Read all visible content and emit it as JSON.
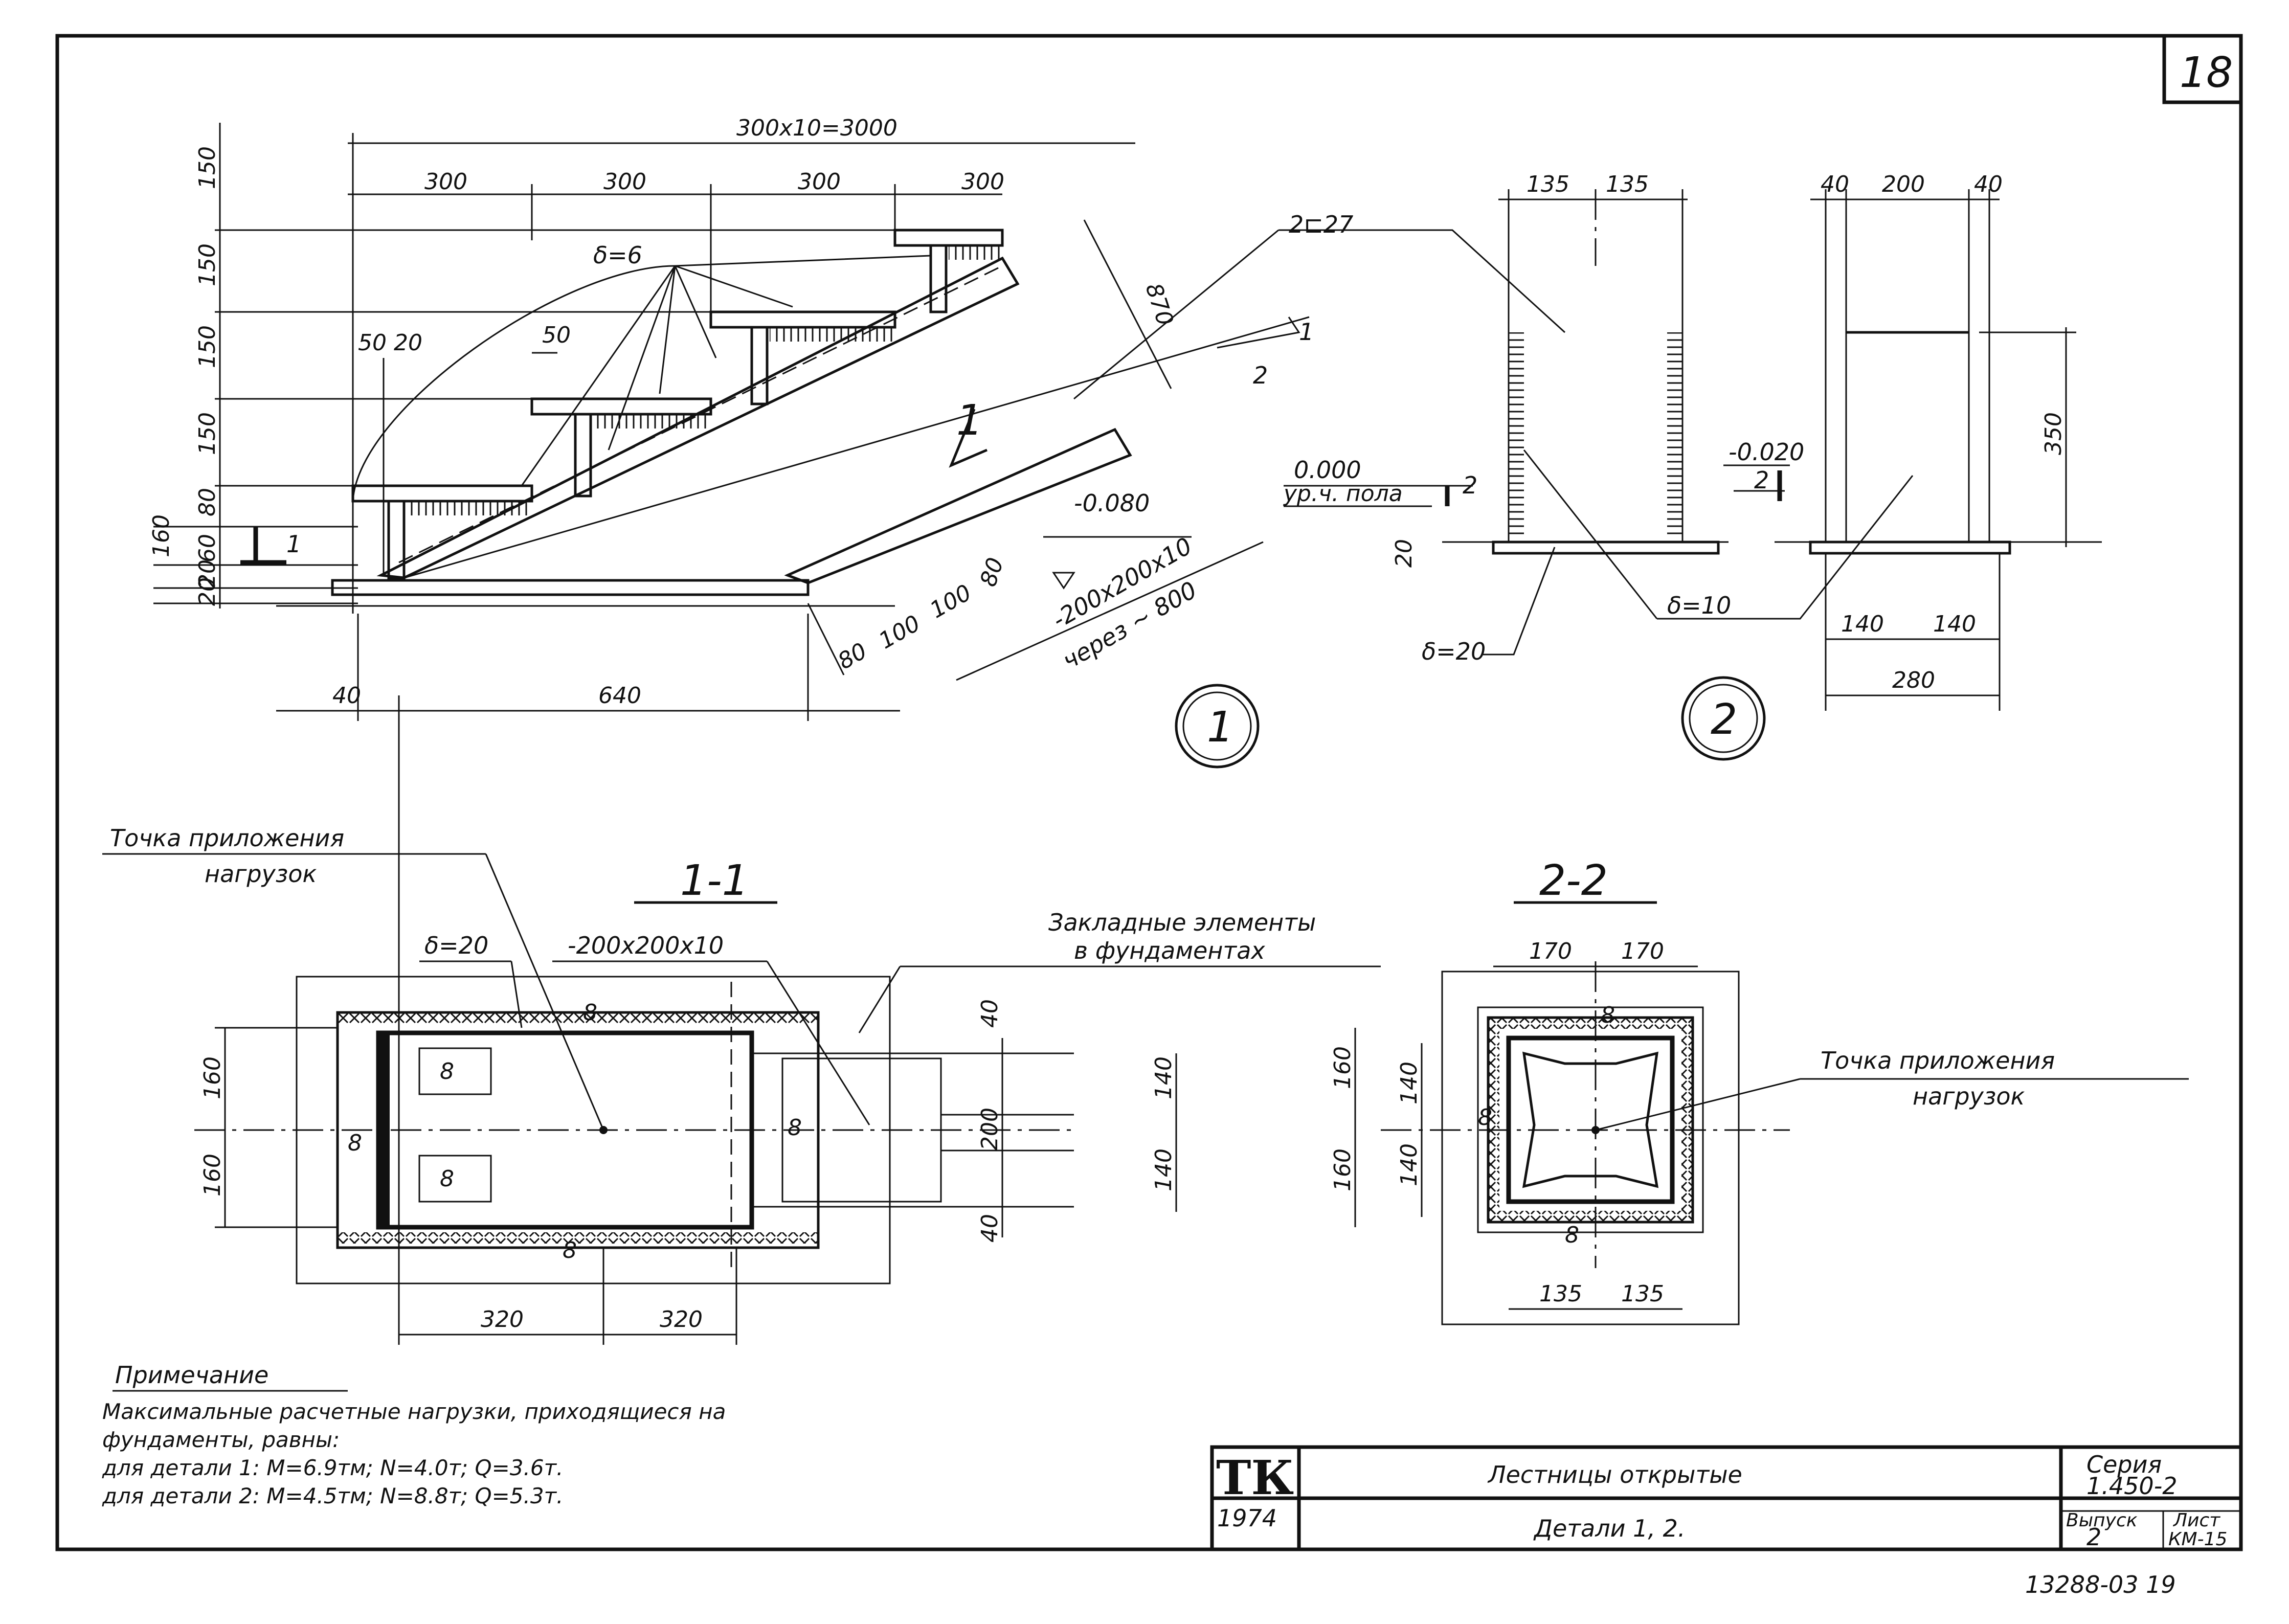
{
  "sheet_number": "18",
  "stair_detail": {
    "total_dim": "300х10=3000",
    "step_dims": [
      "300",
      "300",
      "300",
      "300"
    ],
    "left_dims": [
      "150",
      "150",
      "150",
      "150",
      "160",
      "80",
      "60",
      "20",
      "20"
    ],
    "weld_thickness": "δ=6",
    "dim_50_20": "50 20",
    "dim_50": "50",
    "dim_870": "870",
    "slope_1": "1",
    "slope_2": "2",
    "level_minus_080": "-0.080",
    "section_1": "1",
    "dim_80": "80",
    "dims_bottom_diag": [
      "80",
      "100",
      "100"
    ],
    "plate_spec": "-200х200х10",
    "plate_spacing": "через ~ 800",
    "dim_40": "40",
    "dim_640": "640",
    "channel_label": "2⊏27"
  },
  "column_detail": {
    "dim_135a": "135",
    "dim_135b": "135",
    "level_0000": "0.000",
    "floor_level": "ур.ч. пола",
    "section_2": "2",
    "dim_20": "20",
    "plate_20": "δ=20",
    "weld_10": "δ=10"
  },
  "column_side": {
    "dim_40a": "40",
    "dim_200": "200",
    "dim_40b": "40",
    "dim_350": "350",
    "level_minus_020": "-0.020",
    "section_2": "2",
    "dim_140a": "140",
    "dim_140b": "140",
    "dim_280": "280"
  },
  "markers": {
    "detail_1": "1",
    "detail_2": "2"
  },
  "section_1_1": {
    "title": "1-1",
    "load_point": [
      "Точка приложения",
      "нагрузок"
    ],
    "plate_20": "δ=20",
    "plate_spec": "-200х200х10",
    "embedded": [
      "Закладные элементы",
      "в фундаментах"
    ],
    "dims_left": [
      "160",
      "160"
    ],
    "dims_right": [
      "40",
      "140",
      "200",
      "140",
      "40"
    ],
    "weld_8": "8",
    "dims_bottom": [
      "320",
      "320"
    ]
  },
  "section_2_2": {
    "title": "2-2",
    "dims_top": [
      "170",
      "170"
    ],
    "dims_left_outer": [
      "160",
      "160"
    ],
    "dims_left_inner": [
      "140",
      "140"
    ],
    "weld_8": "8",
    "dims_bottom": [
      "135",
      "135"
    ],
    "load_point": [
      "Точка приложения",
      "нагрузок"
    ]
  },
  "note": {
    "title": "Примечание",
    "lines": [
      "Максимальные расчетные нагрузки, приходящиеся на",
      "фундаменты, равны:",
      "для детали 1: M=6.9тм; N=4.0т; Q=3.6т.",
      "для детали 2: M=4.5тм; N=8.8т; Q=5.3т."
    ]
  },
  "title_block": {
    "logo": "ТК",
    "year": "1974",
    "title": "Лестницы открытые",
    "subtitle": "Детали 1, 2.",
    "series_label": "Серия",
    "series_value": "1.450-2",
    "issue_label": "Выпуск",
    "issue_value": "2",
    "sheet_label": "Лист",
    "sheet_value": "КМ-15"
  },
  "doc_code": "13288-03 19"
}
